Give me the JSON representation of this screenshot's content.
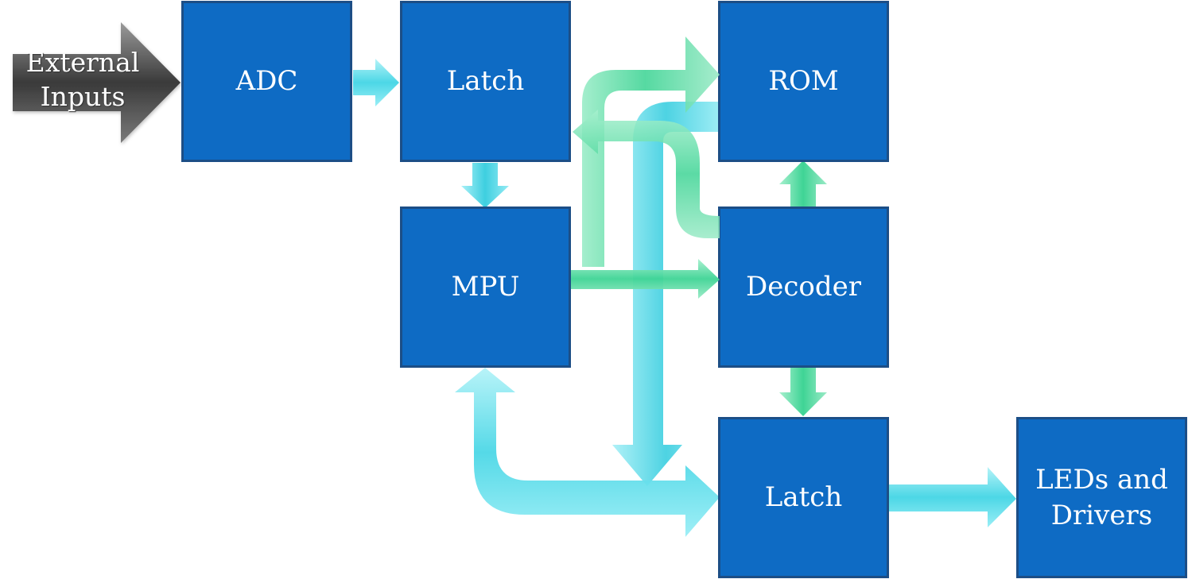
{
  "external_inputs": "External\nInputs",
  "blocks": {
    "adc": "ADC",
    "latch_top": "Latch",
    "rom": "ROM",
    "mpu": "MPU",
    "decoder": "Decoder",
    "latch_bottom": "Latch",
    "leds": "LEDs and\nDrivers"
  },
  "colors": {
    "block_fill": "#0e6bc4",
    "block_border": "#1c4e86",
    "arrow_cyan": "#6fe1ec",
    "arrow_green": "#52d9a1",
    "external_arrow": "#4d4d4d"
  }
}
